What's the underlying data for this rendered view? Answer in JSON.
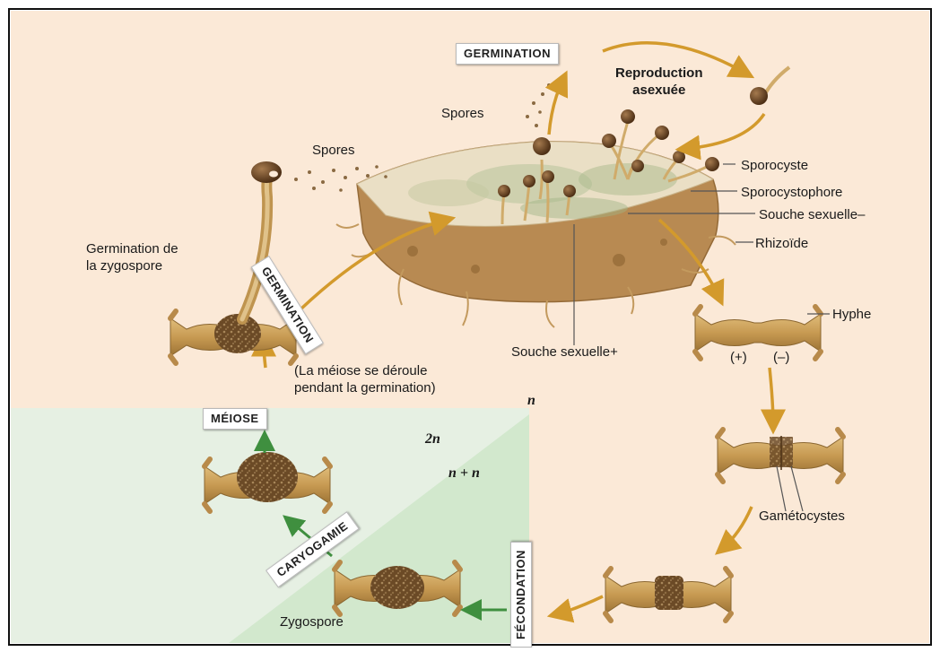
{
  "labels": {
    "germination_top": "GERMINATION",
    "reproduction_asexuee": "Reproduction\nasexuée",
    "spores_top": "Spores",
    "spores_left": "Spores",
    "sporocyste": "Sporocyste",
    "sporocystophore": "Sporocystophore",
    "souche_moins": "Souche sexuelle–",
    "rhizoide": "Rhizoïde",
    "germination_zygospore": "Germination de\nla zygospore",
    "germination_diag": "GERMINATION",
    "souche_plus": "Souche sexuelle+",
    "hyphe": "Hyphe",
    "plus": "(+)",
    "minus": "(–)",
    "meiose_note": "(La méiose se déroule\npendant la germination)",
    "ploidy_n": "n",
    "meiose": "MÉIOSE",
    "ploidy_2n": "2n",
    "ploidy_nn": "n + n",
    "caryogamie": "CARYOGAMIE",
    "gametocystes": "Gamétocystes",
    "fecondation": "FÉCONDATION",
    "zygospore": "Zygospore"
  },
  "colors": {
    "haploid_bg": "#fbe9d7",
    "diploid_bg": "#e6f0e3",
    "dikaryon_bg": "#d2e8cd",
    "arrow_orange": "#d39a2c",
    "arrow_green": "#3f8f3f",
    "bread": "#e9dcc0",
    "crust": "#b88a52",
    "hypha": "#c9a15a",
    "sporangium": "#7a5230"
  }
}
